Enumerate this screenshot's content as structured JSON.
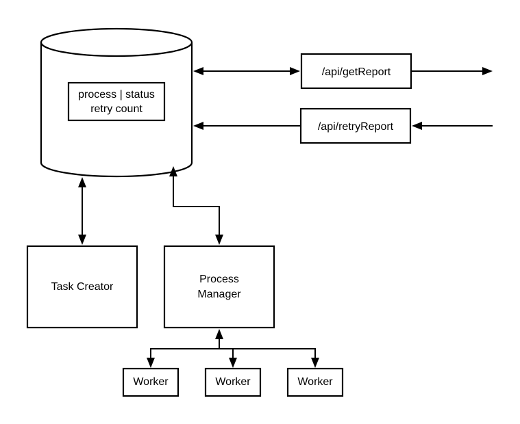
{
  "diagram": {
    "database": {
      "label_line1": "process | status",
      "label_line2": "retry count"
    },
    "api_boxes": {
      "get_report": "/api/getReport",
      "retry_report": "/api/retryReport"
    },
    "components": {
      "task_creator": "Task Creator",
      "process_manager_line1": "Process",
      "process_manager_line2": "Manager"
    },
    "workers": [
      "Worker",
      "Worker",
      "Worker"
    ],
    "edges": [
      {
        "from": "database",
        "to": "/api/getReport",
        "direction": "bidirectional"
      },
      {
        "from": "/api/getReport",
        "to": "external",
        "direction": "outgoing"
      },
      {
        "from": "external",
        "to": "/api/retryReport",
        "direction": "incoming"
      },
      {
        "from": "/api/retryReport",
        "to": "database",
        "direction": "outgoing"
      },
      {
        "from": "database",
        "to": "Task Creator",
        "direction": "bidirectional"
      },
      {
        "from": "database",
        "to": "Process Manager",
        "direction": "bidirectional"
      },
      {
        "from": "Process Manager",
        "to": "Worker",
        "direction": "bidirectional"
      }
    ],
    "colors": {
      "stroke": "#000000",
      "fill": "#ffffff"
    }
  }
}
